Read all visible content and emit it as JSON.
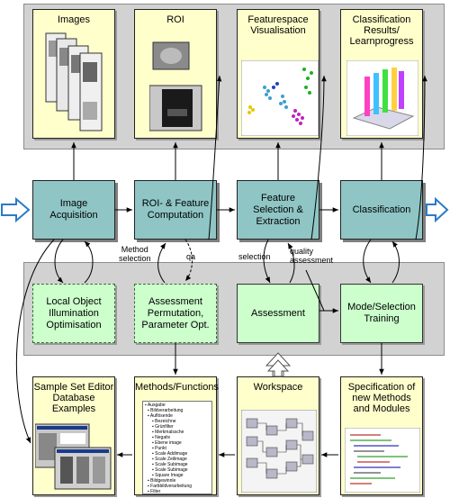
{
  "top_cards": {
    "images": "Images",
    "roi": "ROI",
    "featurespace": "Featurespace\nVisualisation",
    "classification_results": "Classification\nResults/\nLearnprogress"
  },
  "process": {
    "image_acquisition": "Image\nAcquisition",
    "roi_feature": "ROI- & Feature\nComputation",
    "feature_selection": "Feature\nSelection &\nExtraction",
    "classification": "Classification"
  },
  "edge_labels": {
    "method_selection": "Method\nselection",
    "qa": "qa",
    "selection": "selection",
    "quality_assessment": "quality\nassessment"
  },
  "feedback": {
    "local_object": "Local Object\nIllumination\nOptimisation",
    "assessment_permutation": "Assessment\nPermutation,\nParameter Opt.",
    "assessment": "Assessment",
    "mode_selection": "Mode/Selection\nTraining"
  },
  "bottom_cards": {
    "sample_set": "Sample Set Editor\nDatabase\nExamples",
    "methods": "Methods/Functions",
    "workspace": "Workspace",
    "specification": "Specification of\nnew Methods\nand Modules"
  },
  "tree_items": [
    "Ausgabe",
    "Bildverarbeitung",
    "Auflösende",
    "Bezeichne",
    "Grünfilter",
    "Merkmalssche",
    "Negativ",
    "Ebene image",
    "Punkt",
    "Scale Addimage",
    "Scale Zeilimage",
    "Scale Subimage",
    "Scale Subimage",
    "Square Image",
    "Bildgewinnle",
    "Farbbildverarbeitung",
    "Filter"
  ],
  "colors": {
    "band": "#d2d2d2",
    "card": "#ffffcc",
    "process": "#8fc5c5",
    "feedback": "#ccffcc",
    "io_arrow": "#5aa0d8"
  }
}
